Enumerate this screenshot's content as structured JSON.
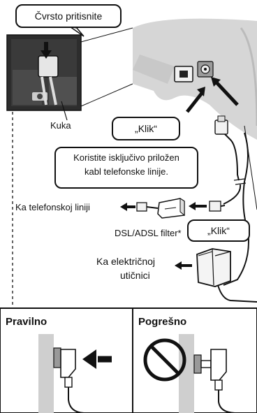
{
  "callouts": {
    "press_firmly": "Čvrsto pritisnite",
    "click_1": "„Klik“",
    "click_2": "„Klik“",
    "cable_note_line1": "Koristite isključivo priložen",
    "cable_note_line2": "kabl telefonske linije."
  },
  "labels": {
    "hook": "Kuka",
    "to_phone_line": "Ka telefonskoj liniji",
    "dsl_filter": "DSL/ADSL filter*",
    "to_outlet_line1": "Ka električnoj",
    "to_outlet_line2": "utičnici"
  },
  "panels": {
    "correct": "Pravilno",
    "incorrect": "Pogrešno"
  }
}
